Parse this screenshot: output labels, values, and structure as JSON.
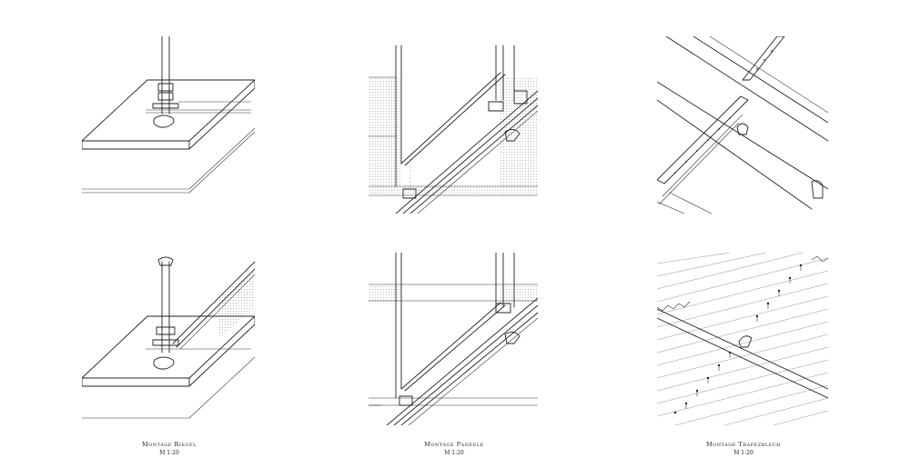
{
  "captions": [
    {
      "title": "Montage Riegel",
      "scale": "M 1:20"
    },
    {
      "title": "Montage Paneele",
      "scale": "M 1:20"
    },
    {
      "title": "Montage Trapezblech",
      "scale": "M 1:20"
    }
  ]
}
